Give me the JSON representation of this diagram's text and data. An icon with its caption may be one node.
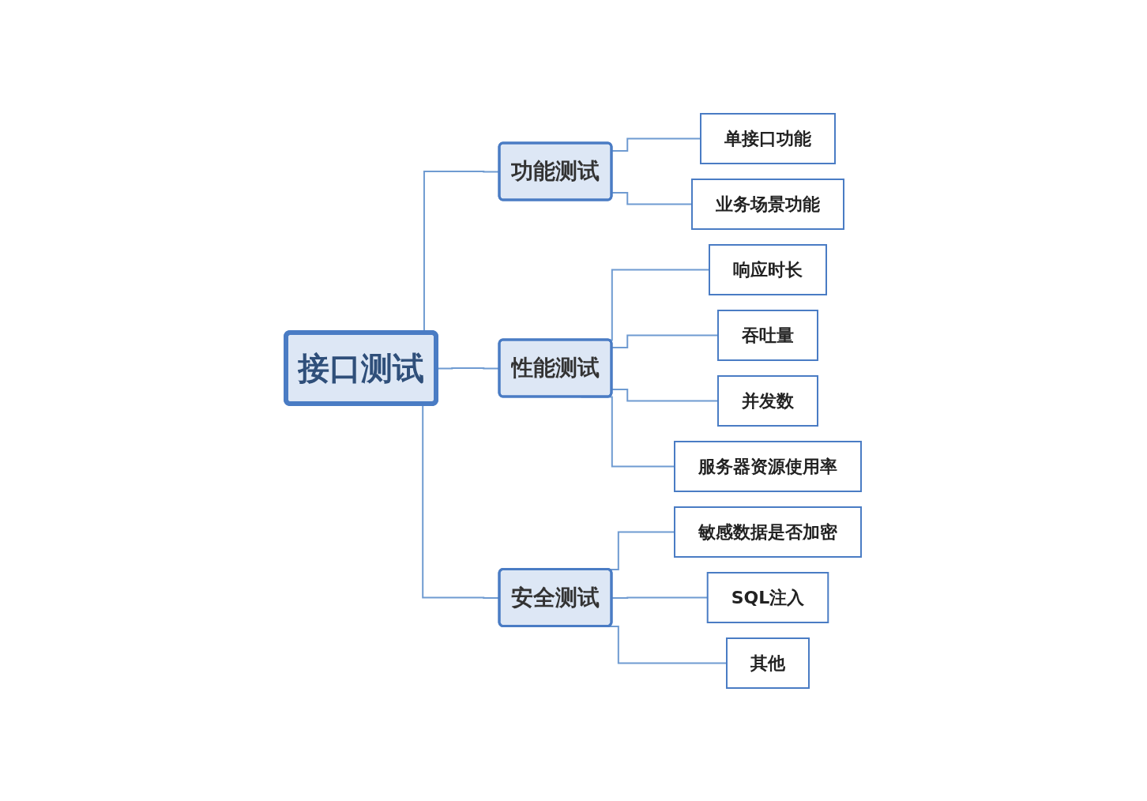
{
  "diagram": {
    "nodes": [
      {
        "text": [
          "接口测试"
        ]
      },
      {
        "text": [
          "功能测试"
        ]
      },
      {
        "text": [
          "单接口功能"
        ]
      },
      {
        "text": [
          "业务场景功能"
        ]
      },
      {
        "text": [
          "性能测试"
        ]
      },
      {
        "text": [
          "响应时长"
        ]
      },
      {
        "text": [
          "吞吐量"
        ]
      },
      {
        "text": [
          "并发数"
        ]
      },
      {
        "text": [
          "服务器资源使用率"
        ]
      },
      {
        "text": [
          "安全测试"
        ]
      },
      {
        "text": [
          "敏感数据是否加密"
        ]
      },
      {
        "text": [
          "SQL注入"
        ]
      },
      {
        "text": [
          "其他"
        ]
      }
    ],
    "edges": [
      {
        "from": 0,
        "to": 1,
        "arrow": "none"
      },
      {
        "from": 0,
        "to": 4,
        "arrow": "none"
      },
      {
        "from": 0,
        "to": 9,
        "arrow": "none"
      },
      {
        "from": 1,
        "to": 2,
        "arrow": "none"
      },
      {
        "from": 1,
        "to": 3,
        "arrow": "none"
      },
      {
        "from": 4,
        "to": 5,
        "arrow": "none"
      },
      {
        "from": 4,
        "to": 6,
        "arrow": "none"
      },
      {
        "from": 4,
        "to": 7,
        "arrow": "none"
      },
      {
        "from": 4,
        "to": 8,
        "arrow": "none"
      },
      {
        "from": 9,
        "to": 10,
        "arrow": "none"
      },
      {
        "from": 9,
        "to": 11,
        "arrow": "none"
      },
      {
        "from": 9,
        "to": 12,
        "arrow": "none"
      }
    ]
  }
}
